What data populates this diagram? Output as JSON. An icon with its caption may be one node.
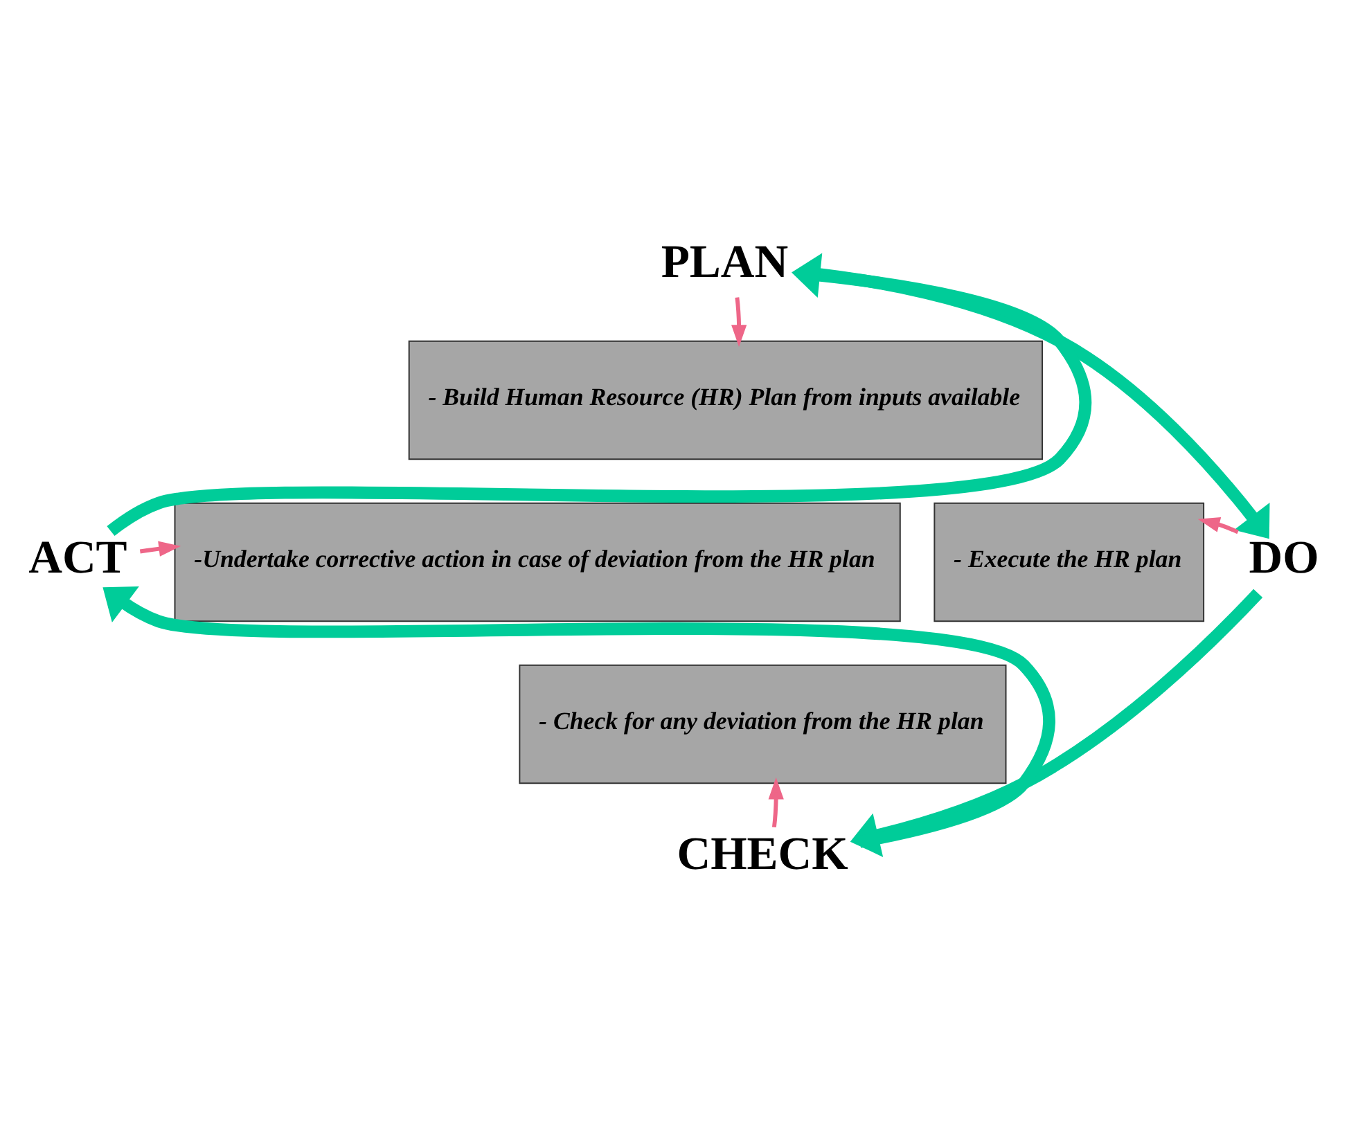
{
  "diagram": {
    "nodes": [
      {
        "text": [
          "PLAN"
        ]
      },
      {
        "text": [
          "- Build Human Resource (HR) Plan from inputs available"
        ]
      },
      {
        "text": [
          "ACT"
        ]
      },
      {
        "text": [
          "-Undertake corrective action in case of deviation from the HR plan"
        ]
      },
      {
        "text": [
          "- Execute the HR plan"
        ]
      },
      {
        "text": [
          "DO"
        ]
      },
      {
        "text": [
          "- Check for any deviation from the HR plan"
        ]
      },
      {
        "text": [
          "CHECK"
        ]
      }
    ],
    "edges": [
      {
        "from": 0,
        "to": 1,
        "arrow": "to",
        "color": "#ee6688"
      },
      {
        "from": 2,
        "to": 3,
        "arrow": "to",
        "color": "#ee6688"
      },
      {
        "from": 5,
        "to": 4,
        "arrow": "to",
        "color": "#ee6688"
      },
      {
        "from": 7,
        "to": 6,
        "arrow": "to",
        "color": "#ee6688"
      },
      {
        "from": 0,
        "to": 5,
        "arrow": "to",
        "style": "thick",
        "color": "#00cc99"
      },
      {
        "from": 5,
        "to": 7,
        "arrow": "to",
        "style": "thick",
        "color": "#00cc99"
      },
      {
        "from": 7,
        "to": 2,
        "arrow": "to",
        "style": "thick",
        "color": "#00cc99"
      },
      {
        "from": 2,
        "to": 0,
        "arrow": "to",
        "style": "thick",
        "color": "#00cc99"
      }
    ]
  }
}
